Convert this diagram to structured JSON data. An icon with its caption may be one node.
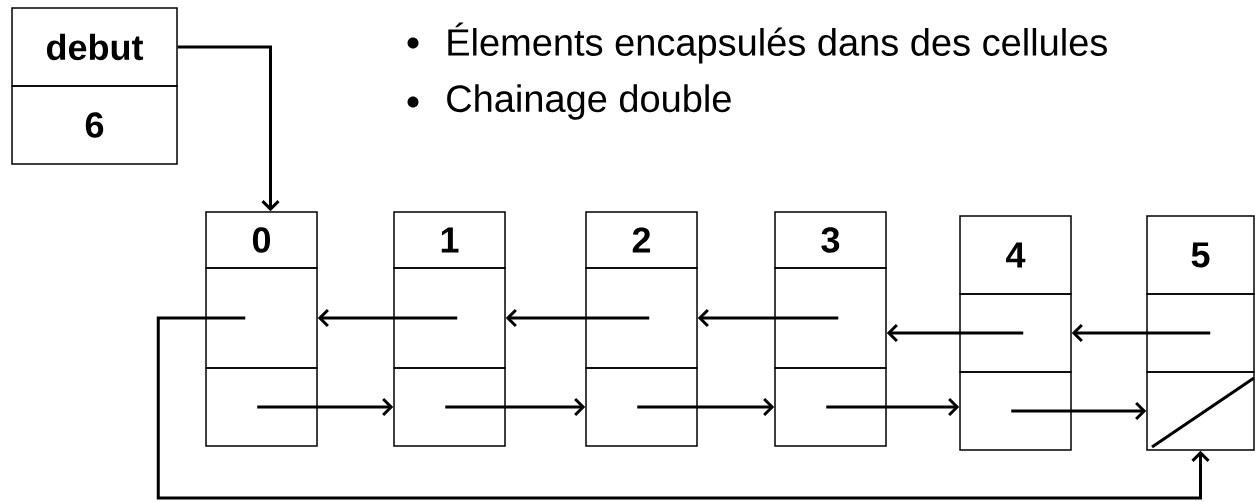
{
  "diagram": {
    "nodes": [
      {
        "text": [
          "debut"
        ]
      },
      {
        "text": [
          "6"
        ]
      },
      {
        "text": [
          "0"
        ]
      },
      {
        "text": [],
        "shape": "box"
      },
      {
        "text": [],
        "shape": "box"
      },
      {
        "text": [
          "1"
        ]
      },
      {
        "text": [],
        "shape": "box"
      },
      {
        "text": [],
        "shape": "box"
      },
      {
        "text": [
          "2"
        ]
      },
      {
        "text": [],
        "shape": "box"
      },
      {
        "text": [],
        "shape": "box"
      },
      {
        "text": [
          "3"
        ]
      },
      {
        "text": [],
        "shape": "box"
      },
      {
        "text": [],
        "shape": "box"
      },
      {
        "text": [
          "4"
        ]
      },
      {
        "text": [],
        "shape": "box"
      },
      {
        "text": [],
        "shape": "box"
      },
      {
        "text": [
          "5"
        ]
      },
      {
        "text": [],
        "shape": "box"
      },
      {
        "text": [],
        "shape": "box"
      }
    ],
    "edges": [
      {
        "from": 0,
        "to": 2,
        "arrow": "to"
      },
      {
        "from": 6,
        "to": 3,
        "arrow": "to"
      },
      {
        "from": 9,
        "to": 6,
        "arrow": "to"
      },
      {
        "from": 12,
        "to": 9,
        "arrow": "to"
      },
      {
        "from": 15,
        "to": 12,
        "arrow": "to"
      },
      {
        "from": 18,
        "to": 15,
        "arrow": "to"
      },
      {
        "from": 4,
        "to": 7,
        "arrow": "to"
      },
      {
        "from": 7,
        "to": 10,
        "arrow": "to"
      },
      {
        "from": 10,
        "to": 13,
        "arrow": "to"
      },
      {
        "from": 13,
        "to": 16,
        "arrow": "to"
      },
      {
        "from": 16,
        "to": 19,
        "arrow": "to"
      },
      {
        "from": 3,
        "to": 19,
        "arrow": "to"
      }
    ],
    "labels": [
      "Élements encapsulés dans des cellules",
      "Chainage double"
    ]
  }
}
